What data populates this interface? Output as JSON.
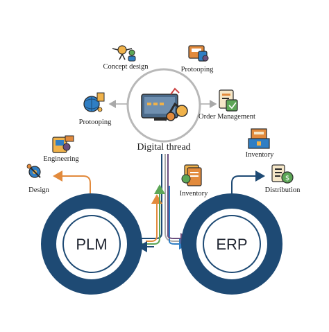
{
  "diagram": {
    "center": {
      "label": "Digital thread"
    },
    "hubs": {
      "plm": "PLM",
      "erp": "ERP"
    },
    "top_nodes": {
      "concept": "Concept design",
      "proto_top": "Protooping",
      "proto_left": "Protooping",
      "order": "Order Management"
    },
    "plm_nodes": {
      "engineering": "Engineering",
      "design": "Design"
    },
    "erp_nodes": {
      "inventory_top": "Inventory",
      "inventory_mid": "Inventory",
      "distribution": "Distribution"
    },
    "colors": {
      "navy": "#1e4a74",
      "orange": "#e28a3c",
      "green": "#5ca656",
      "blue": "#2f7ec4",
      "purple": "#6b4f7e",
      "gray": "#a9a9a9"
    }
  }
}
